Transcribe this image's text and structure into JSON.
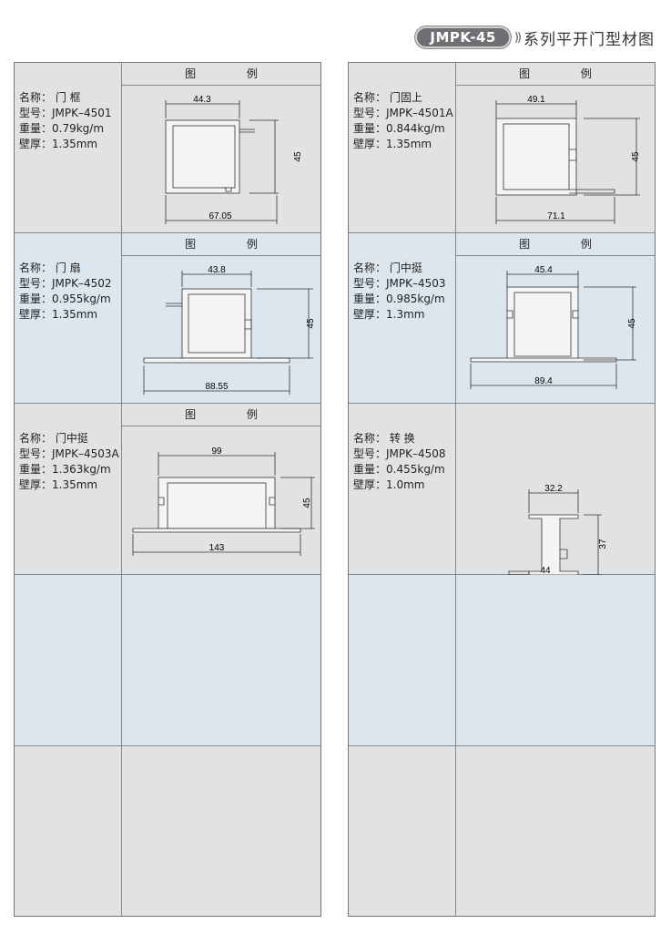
{
  "header": {
    "badge": "JMPK-45",
    "chevron": "))",
    "title": "系列平开门型材图"
  },
  "legend_label": "图 例",
  "labels": {
    "name": "名称：",
    "model": "型号：",
    "weight": "重量：",
    "thickness": "壁厚："
  },
  "left": [
    {
      "name": "门 框",
      "model": "JMPK–4501",
      "weight": "0.79kg/m",
      "thickness": "1.35mm",
      "dims": {
        "top": "44.3",
        "side": "45",
        "bottom": "67.05"
      }
    },
    {
      "name": "门 扇",
      "model": "JMPK–4502",
      "weight": "0.955kg/m",
      "thickness": "1.35mm",
      "dims": {
        "top": "43.8",
        "side": "45",
        "bottom": "88.55"
      }
    },
    {
      "name": "门中挺",
      "model": "JMPK–4503A",
      "weight": "1.363kg/m",
      "thickness": "1.35mm",
      "dims": {
        "top": "99",
        "side": "45",
        "bottom": "143"
      }
    }
  ],
  "right": [
    {
      "name": "门固上",
      "model": "JMPK–4501A",
      "weight": "0.844kg/m",
      "thickness": "1.35mm",
      "dims": {
        "top": "49.1",
        "side": "45",
        "bottom": "71.1"
      }
    },
    {
      "name": "门中挺",
      "model": "JMPK–4503",
      "weight": "0.985kg/m",
      "thickness": "1.3mm",
      "dims": {
        "top": "45.4",
        "side": "45",
        "bottom": "89.4"
      }
    },
    {
      "name": "转 换",
      "model": "JMPK–4508",
      "weight": "0.455kg/m",
      "thickness": "1.0mm",
      "dims": {
        "top": "32.2",
        "side": "37",
        "bottom": "44"
      }
    }
  ]
}
